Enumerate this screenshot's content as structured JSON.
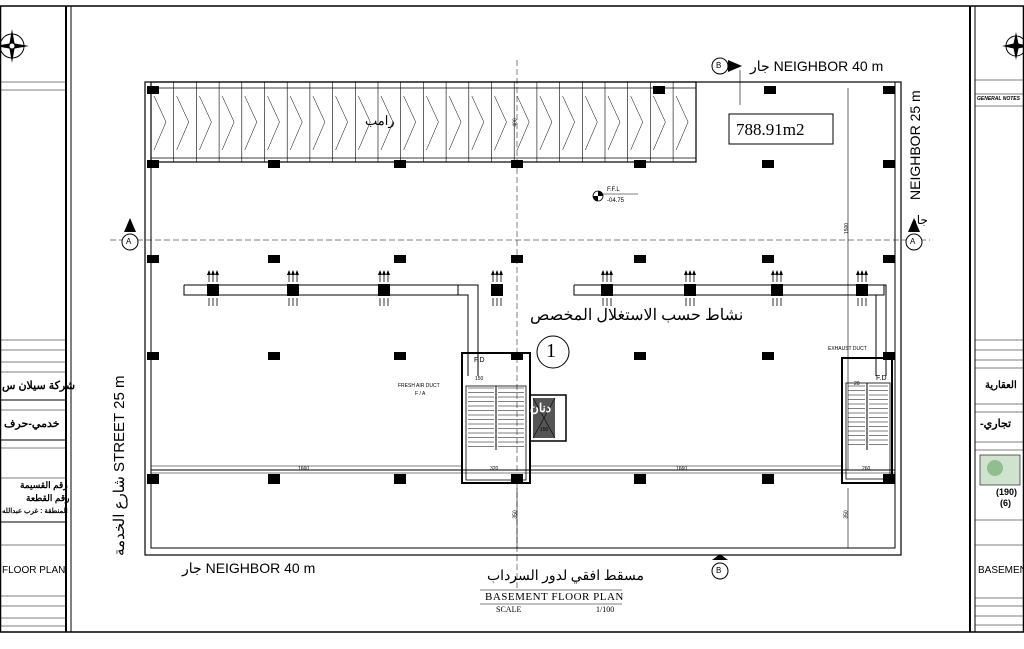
{
  "drawing": {
    "area_label": "788.91m2",
    "ffl_label": "F.F.L",
    "ffl_value": "-04.75",
    "ramp_label": "رامب",
    "activity_label": "نشاط حسب الاستغلال المخصص",
    "unit_number": "1",
    "elevator_label": "دنان",
    "fresh_air_duct": "FRESH AIR DUCT",
    "fresh_air_sub": "F / A",
    "exhaust_duct": "EXHAUST DUCT",
    "fd_left": "F.D",
    "fd_right": "F.D",
    "dim_top_depth": "400",
    "dim_right_height": "1500",
    "dim_left_span": "1660",
    "dim_right_span": "1660",
    "dim_stair_left_top": "150",
    "dim_stair_left_bottom": "320",
    "dim_stair_left_mid": "150",
    "dim_stair_right_top": "20",
    "dim_stair_right_bottom": "260",
    "dim_bottom_left": "350",
    "dim_bottom_right": "350",
    "neighbor_top": "جار NEIGHBOR 40 m",
    "neighbor_bottom": "جار NEIGHBOR 40 m",
    "neighbor_right": "NEIGHBOR 25 m",
    "neighbor_right_ar": "جار",
    "street_left": "شارع الخدمة STREET 25 m",
    "axis_a": "A",
    "axis_b": "B"
  },
  "title": {
    "arabic": "مسقط افقي لدور السرداب",
    "english": "BASEMENT FLOOR PLAN",
    "scale_label": "SCALE",
    "scale_value": "1/100"
  },
  "left_panel": {
    "company": "شركة سيلان س",
    "use_label": "خدمي-حرف",
    "plot_no_label": "رقم القسيمة",
    "piece_no_label": "رقم القطعة",
    "region_label": "المنطقة : غرب عبدالله",
    "sheet_title": "FLOOR PLAN"
  },
  "right_panel": {
    "general_notes": "GENERAL NOTES",
    "owner_label": "العقارية",
    "use_label": "-تجاري",
    "plot_no": "(190)",
    "piece_no": "(6)",
    "sheet_title": "BASEMEN"
  }
}
